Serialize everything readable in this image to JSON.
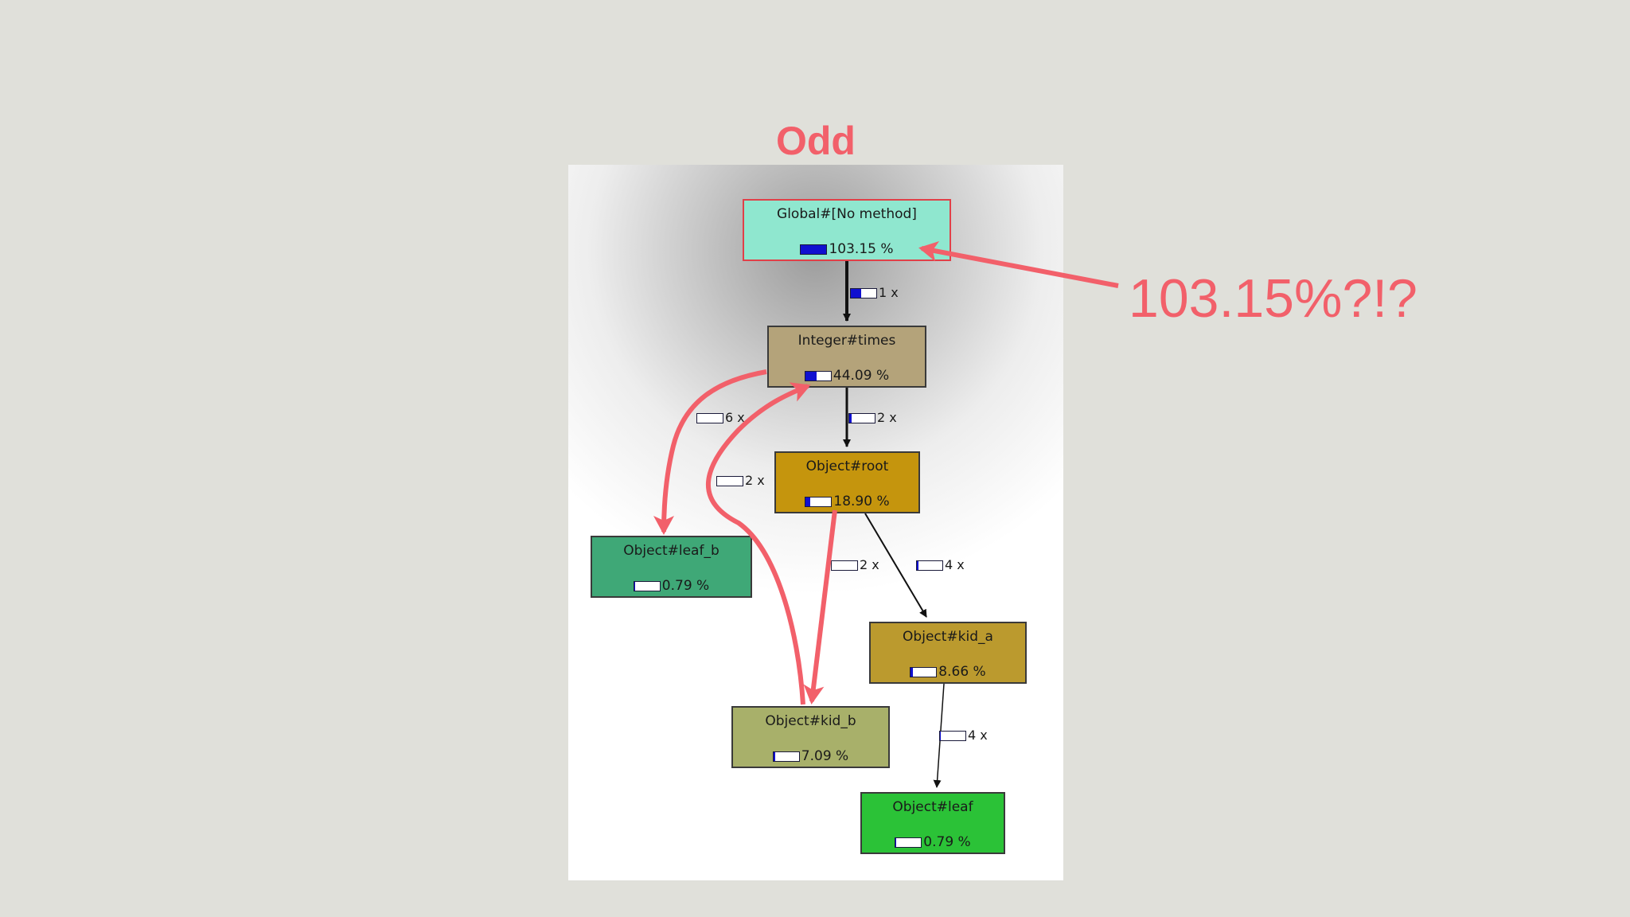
{
  "slide": {
    "title": "Odd",
    "annotation": "103.15%?!?",
    "accent_color": "#f2606a"
  },
  "graph": {
    "nodes": [
      {
        "id": "global",
        "label": "Global#[No method]",
        "percent": "103.15 %",
        "share": 1.0,
        "color": "#8fe7cf",
        "highlight": true
      },
      {
        "id": "times",
        "label": "Integer#times",
        "percent": "44.09 %",
        "share": 0.44,
        "color": "#b4a37a"
      },
      {
        "id": "root",
        "label": "Object#root",
        "percent": "18.90 %",
        "share": 0.19,
        "color": "#c5950d"
      },
      {
        "id": "leaf_b",
        "label": "Object#leaf_b",
        "percent": "0.79 %",
        "share": 0.01,
        "color": "#3fa877"
      },
      {
        "id": "kid_a",
        "label": "Object#kid_a",
        "percent": "8.66 %",
        "share": 0.09,
        "color": "#bb9a2e"
      },
      {
        "id": "kid_b",
        "label": "Object#kid_b",
        "percent": "7.09 %",
        "share": 0.07,
        "color": "#a8b06a"
      },
      {
        "id": "leaf",
        "label": "Object#leaf",
        "percent": "0.79 %",
        "share": 0.01,
        "color": "#2bc237"
      }
    ],
    "edges": [
      {
        "id": "global-times",
        "label": "1 x",
        "share": 0.4
      },
      {
        "id": "times-root",
        "label": "2 x",
        "share": 0.1
      },
      {
        "id": "times-leaf_b",
        "label": "6 x",
        "share": 0.0
      },
      {
        "id": "kid_b-times",
        "label": "2 x",
        "share": 0.0
      },
      {
        "id": "root-kid_b",
        "label": "2 x",
        "share": 0.0
      },
      {
        "id": "root-kid_a",
        "label": "4 x",
        "share": 0.05
      },
      {
        "id": "kid_a-leaf",
        "label": "4 x",
        "share": 0.02
      }
    ]
  }
}
